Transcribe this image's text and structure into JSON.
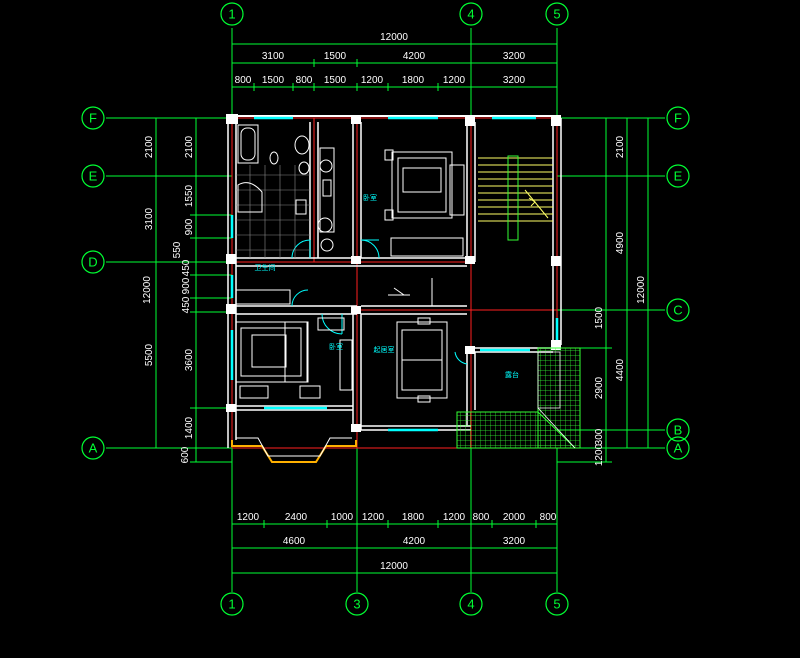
{
  "axes_top": [
    "1",
    "4",
    "5"
  ],
  "axes_bottom": [
    "1",
    "3",
    "4",
    "5"
  ],
  "axes_left": [
    "F",
    "E",
    "D",
    "A"
  ],
  "axes_right": [
    "F",
    "E",
    "C",
    "B",
    "A"
  ],
  "dims_top_total": "12000",
  "dims_top_row1": [
    "3100",
    "1500",
    "4200",
    "3200"
  ],
  "dims_top_row2": [
    "800",
    "1500",
    "800",
    "1500",
    "1200",
    "1800",
    "1200",
    "3200"
  ],
  "dims_bottom_row1": [
    "1200",
    "2400",
    "1000",
    "1200",
    "1800",
    "1200",
    "800",
    "2000",
    "800"
  ],
  "dims_bottom_row2": [
    "4600",
    "4200",
    "3200"
  ],
  "dims_bottom_total": "12000",
  "dims_left_outer": [
    "2100",
    "3100",
    "12000",
    "5500",
    "600"
  ],
  "dims_left_inner": [
    "2100",
    "1550",
    "900",
    "550",
    "450",
    "900",
    "450",
    "3600",
    "1400"
  ],
  "dims_right_inner": [
    "2100",
    "4900",
    "1500",
    "4400",
    "300",
    "1200"
  ],
  "dims_right_mid": [
    "2900"
  ],
  "dims_right_outer": [
    "12000"
  ],
  "rooms": [
    "卧室",
    "卫生间",
    "卧室",
    "起居室",
    "露台"
  ],
  "colors": {
    "background": "#000000",
    "axis": "#00ff33",
    "wall": "#ffffff",
    "column": "#ffffff",
    "axis_center_line": "#ff2020",
    "window": "#00ffff",
    "stair": "#ffff66",
    "terrace_hatch": "#33ff33",
    "balcony": "#ffb000"
  }
}
